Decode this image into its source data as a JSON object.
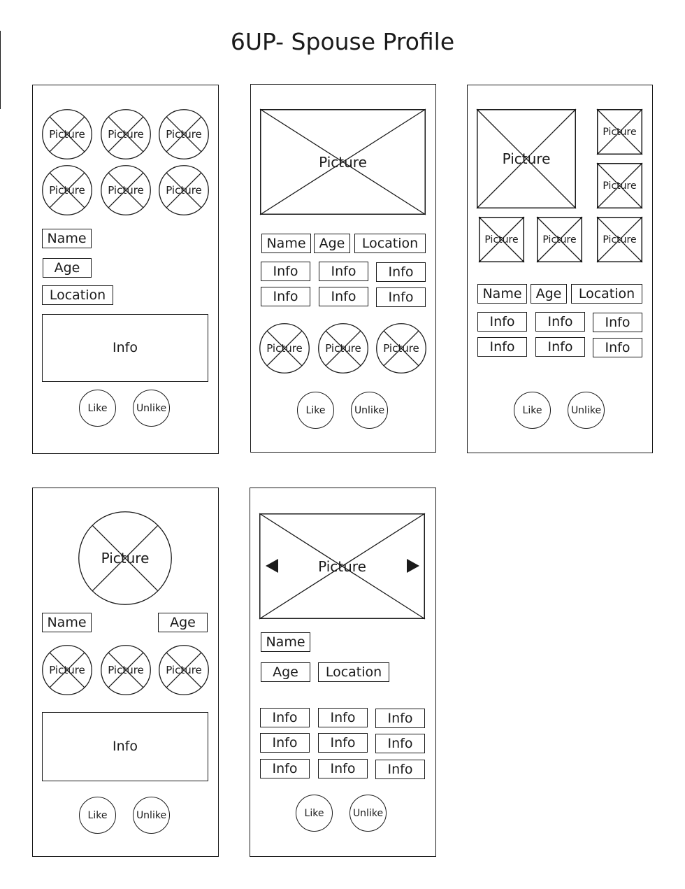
{
  "title": "6UP- Spouse Profile",
  "labels": {
    "picture": "Picture",
    "name": "Name",
    "age": "Age",
    "location": "Location",
    "info": "Info",
    "like": "Like",
    "unlike": "Unlike"
  },
  "icons": [
    "prev-arrow-icon",
    "next-arrow-icon",
    "placeholder-cross-icon"
  ]
}
